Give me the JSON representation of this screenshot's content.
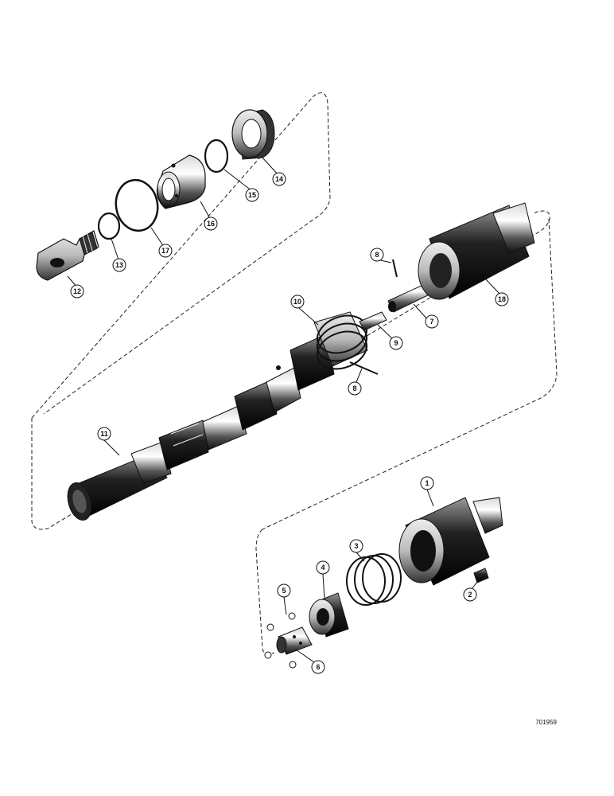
{
  "figure": {
    "reference_number": "701959",
    "callouts": [
      {
        "id": "c1",
        "label": "1"
      },
      {
        "id": "c2",
        "label": "2"
      },
      {
        "id": "c3",
        "label": "3"
      },
      {
        "id": "c4",
        "label": "4"
      },
      {
        "id": "c5",
        "label": "5"
      },
      {
        "id": "c6",
        "label": "6"
      },
      {
        "id": "c7",
        "label": "7"
      },
      {
        "id": "c8a",
        "label": "8"
      },
      {
        "id": "c8b",
        "label": "8"
      },
      {
        "id": "c9",
        "label": "9"
      },
      {
        "id": "c10",
        "label": "10"
      },
      {
        "id": "c11",
        "label": "11"
      },
      {
        "id": "c12",
        "label": "12"
      },
      {
        "id": "c13",
        "label": "13"
      },
      {
        "id": "c14",
        "label": "14"
      },
      {
        "id": "c15",
        "label": "15"
      },
      {
        "id": "c16",
        "label": "16"
      },
      {
        "id": "c17",
        "label": "17"
      },
      {
        "id": "c18",
        "label": "18"
      }
    ]
  }
}
